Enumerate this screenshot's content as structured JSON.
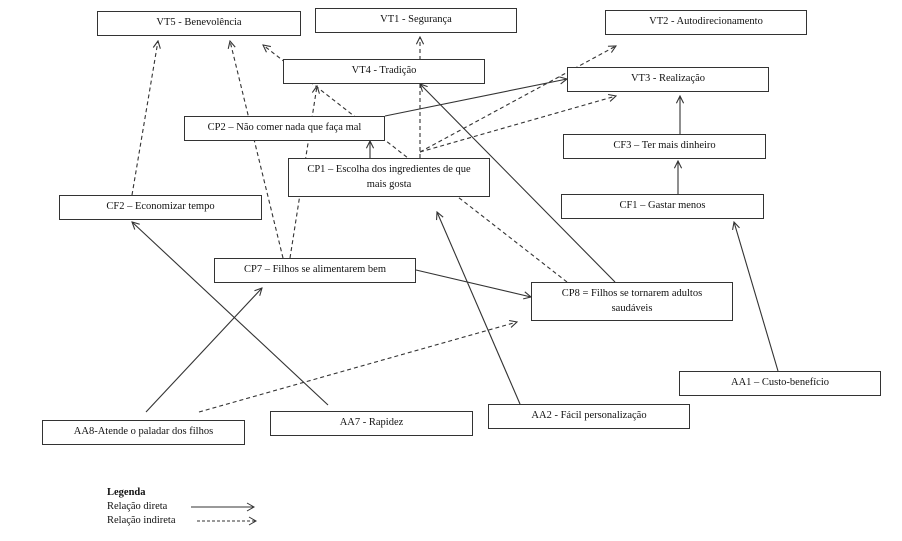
{
  "nodes": {
    "vt5": "VT5  - Benevolência",
    "vt1": "VT1  - Segurança",
    "vt2": "VT2  - Autodirecionamento",
    "vt4": "VT4  - Tradição",
    "vt3": "VT3  - Realização",
    "cp2": "CP2 – Não comer nada que faça mal",
    "cp1": "CP1 – Escolha dos ingredientes de que mais gosta",
    "cf3": "CF3 – Ter mais  dinheiro",
    "cf1": "CF1 – Gastar menos",
    "cf2": "CF2 – Economizar  tempo",
    "cp7": "CP7 – Filhos  se alimentarem  bem",
    "cp8": "CP8 = Filhos se tornarem  adultos saudáveis",
    "aa1": "AA1 – Custo-benefício",
    "aa8": "AA8-Atende o paladar dos filhos",
    "aa7": "AA7 - Rapidez",
    "aa2": "AA2 - Fácil personalização"
  },
  "edges": [
    {
      "from": "cp2",
      "to": "vt3",
      "type": "direct"
    },
    {
      "from": "cp1",
      "to": "cp2",
      "type": "direct"
    },
    {
      "from": "cp1",
      "to": "vt1",
      "type": "indirect"
    },
    {
      "from": "cp1",
      "to": "vt2",
      "type": "indirect"
    },
    {
      "from": "cp1",
      "to": "vt3",
      "type": "indirect"
    },
    {
      "from": "cf3",
      "to": "vt3",
      "type": "direct"
    },
    {
      "from": "cf1",
      "to": "cf3",
      "type": "direct"
    },
    {
      "from": "aa1",
      "to": "cf1",
      "type": "direct"
    },
    {
      "from": "cf2",
      "to": "vt5",
      "type": "indirect"
    },
    {
      "from": "cp7",
      "to": "vt5",
      "type": "indirect"
    },
    {
      "from": "cp7",
      "to": "vt4",
      "type": "indirect"
    },
    {
      "from": "cp7",
      "to": "cp8",
      "type": "direct"
    },
    {
      "from": "cp8",
      "to": "vt5",
      "type": "indirect"
    },
    {
      "from": "cp8",
      "to": "vt4",
      "type": "direct"
    },
    {
      "from": "aa8",
      "to": "cp7",
      "type": "direct"
    },
    {
      "from": "aa8",
      "to": "cp8",
      "type": "indirect"
    },
    {
      "from": "aa7",
      "to": "cf2",
      "type": "direct"
    },
    {
      "from": "aa2",
      "to": "cp1",
      "type": "direct"
    }
  ],
  "legend": {
    "title": "Legenda",
    "direct_label": "Relação direta",
    "indirect_label": "Relação indireta"
  }
}
